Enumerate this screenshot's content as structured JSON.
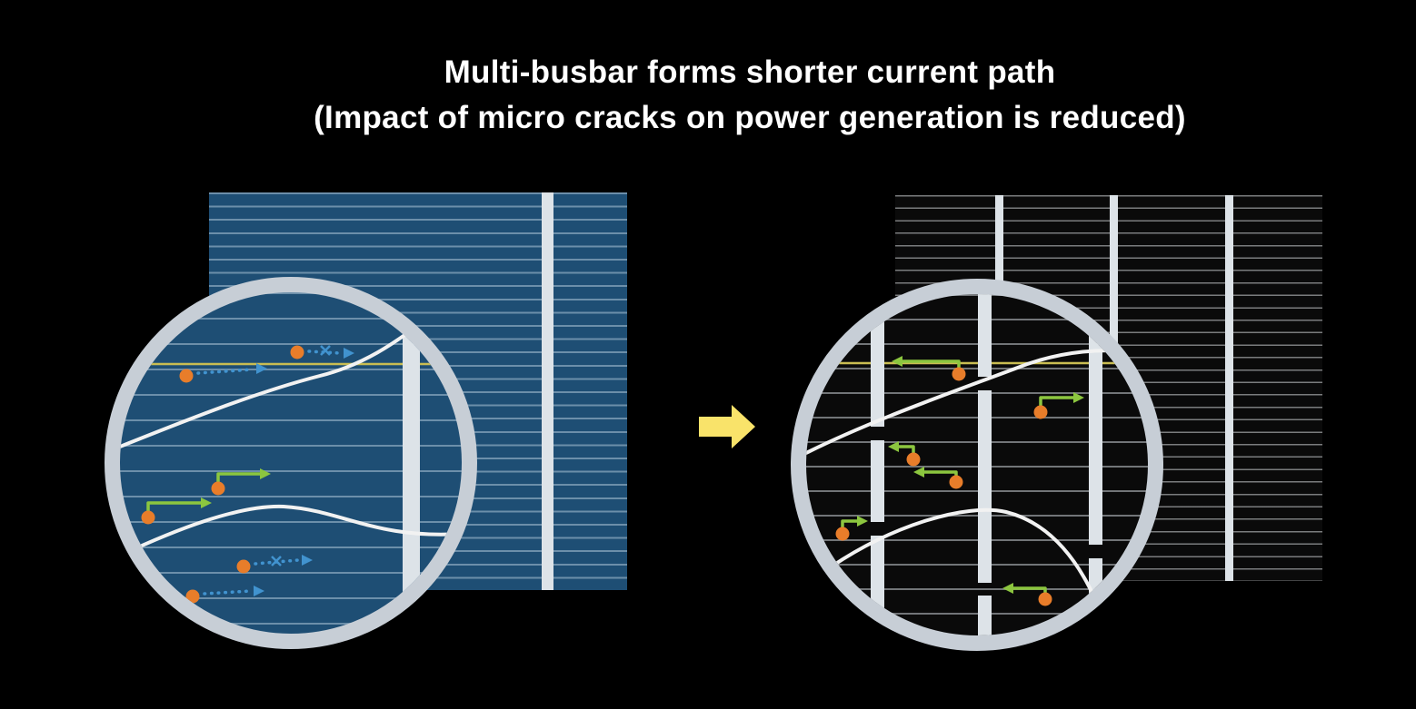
{
  "title": {
    "line1": "Multi-busbar forms shorter current path",
    "line2": "(Impact of micro cracks on power generation is reduced)"
  },
  "icons": {
    "transition-arrow": "block-arrow-right"
  },
  "colors": {
    "background": "#000000",
    "title-text": "#ffffff",
    "cell-blue": "#1e4e74",
    "cell-black": "#0a0a0a",
    "busbar-light": "#dde3e8",
    "ring-gray": "#c7ced6",
    "arrow-yellow": "#f9e36a",
    "dot-orange": "#e87d2a",
    "path-green": "#8cc63f",
    "path-blue": "#4193cf",
    "crack-white": "#f2f2f2",
    "line-yellow": "#c9bd52"
  }
}
